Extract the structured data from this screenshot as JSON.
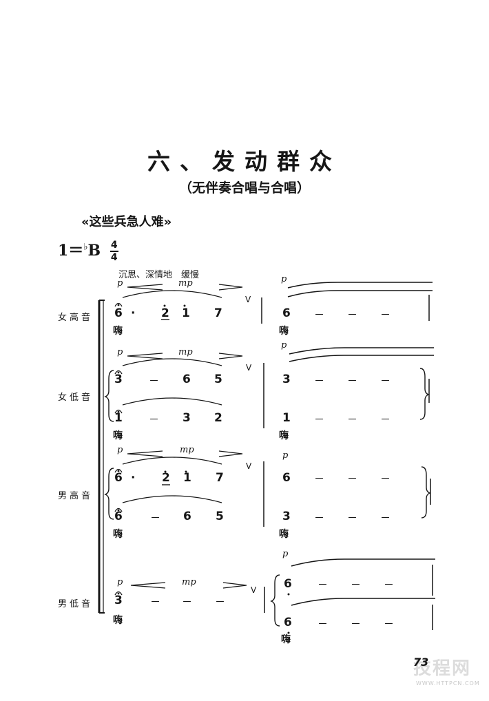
{
  "page": {
    "title": "六、发动群众",
    "subtitle": "（无伴奏合唱与合唱）",
    "song_name": "«这些兵急人难»",
    "key_signature": {
      "prefix": "1＝",
      "flat": "♭",
      "key": "B",
      "time_top": "4",
      "time_bottom": "4"
    },
    "tempo_marking": "沉思、深情地　缓慢",
    "page_number": "73",
    "watermark": {
      "text": "技程网",
      "url": "WWW.HTTPCN.COM"
    }
  },
  "score": {
    "dynamics": {
      "p": "p",
      "mp": "mp"
    },
    "fermata": "𝄐",
    "breath": "V",
    "dash": "－",
    "lyric": "嗨",
    "parts": [
      {
        "name": "女高音",
        "m1": [
          "6",
          "·",
          "2̱̇",
          "i̇",
          "7"
        ],
        "m2": [
          "6",
          "－",
          "－",
          "－"
        ]
      },
      {
        "name": "女低音",
        "m1_upper": [
          "3",
          "－",
          "6",
          "5"
        ],
        "m1_lower": [
          "1",
          "－",
          "3",
          "2"
        ],
        "m2_upper": [
          "3",
          "－",
          "－",
          "－"
        ],
        "m2_lower": [
          "1",
          "－",
          "－",
          "－"
        ]
      },
      {
        "name": "男高音",
        "m1_upper": [
          "6",
          "·",
          "2̱̇",
          "i̇",
          "7"
        ],
        "m1_lower": [
          "6",
          "－",
          "6",
          "5"
        ],
        "m2_upper": [
          "6",
          "－",
          "－",
          "－"
        ],
        "m2_lower": [
          "3",
          "－",
          "－",
          "－"
        ]
      },
      {
        "name": "男低音",
        "m1": [
          "3",
          "－",
          "－",
          "－"
        ],
        "m2_upper": [
          "6̣",
          "－",
          "－",
          "－"
        ],
        "m2_lower": [
          "6̣",
          "－",
          "－",
          "－"
        ]
      }
    ]
  }
}
